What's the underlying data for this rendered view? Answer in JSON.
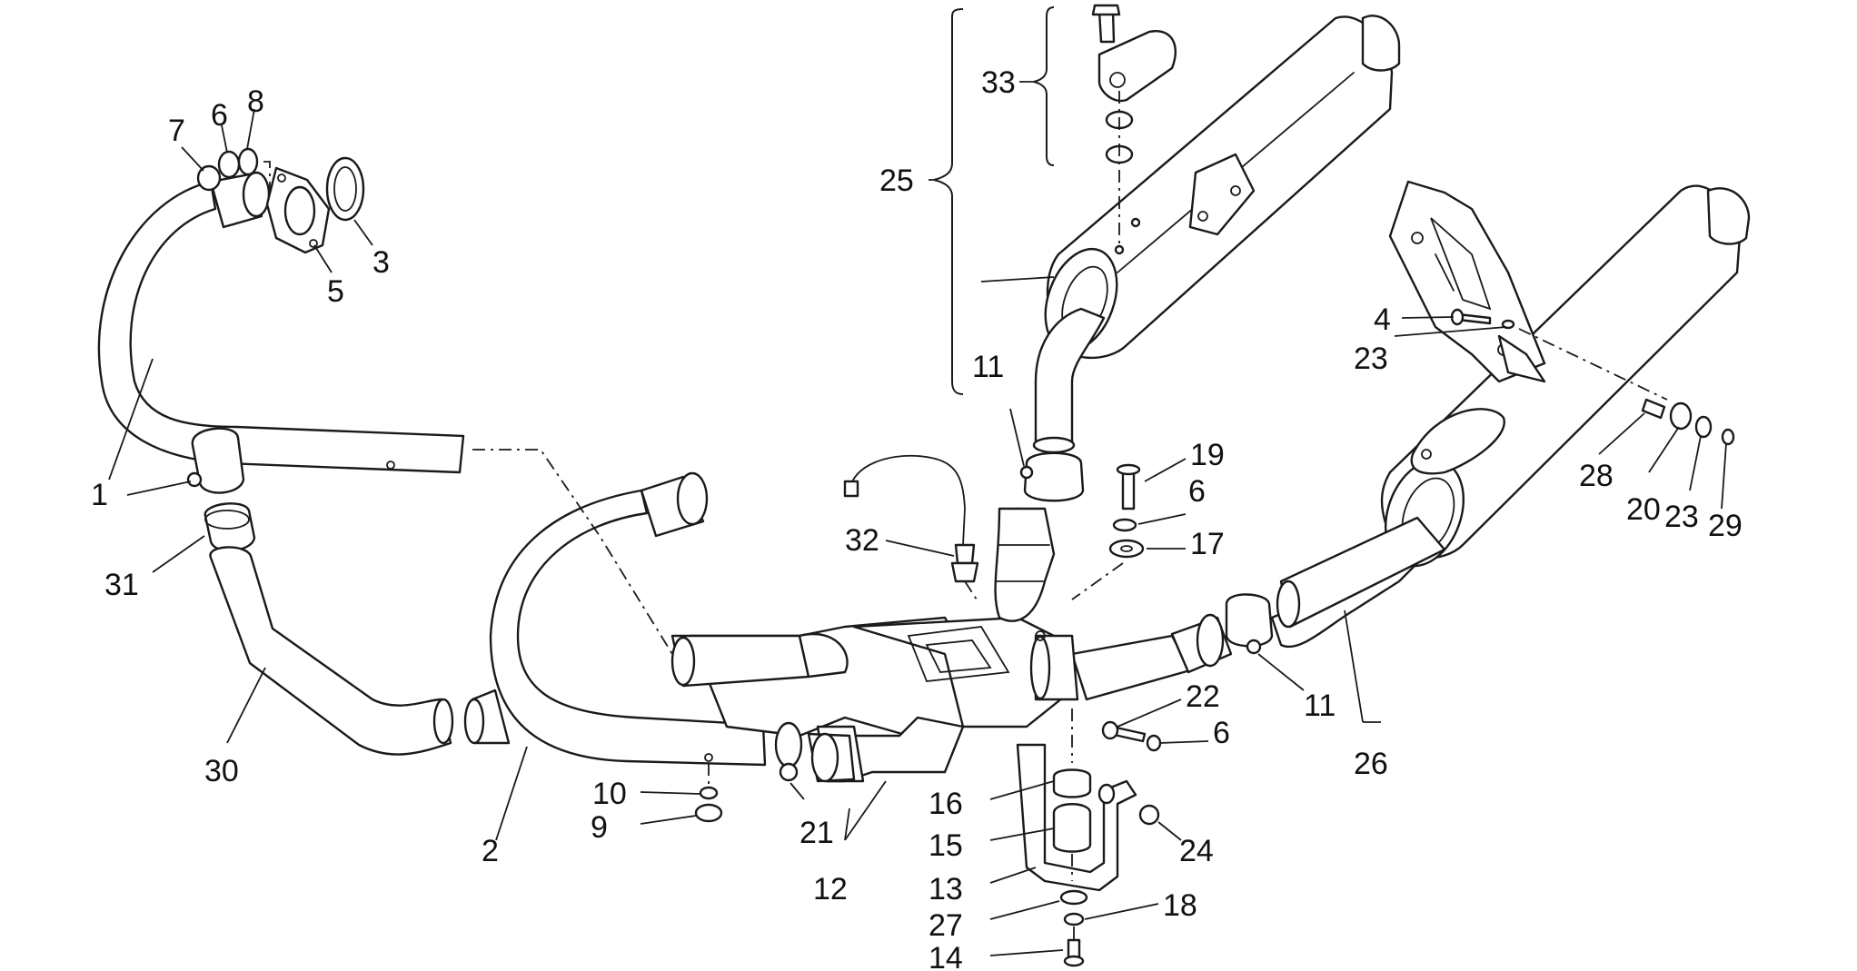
{
  "callouts": {
    "c1": "1",
    "c2": "2",
    "c3": "3",
    "c4": "4",
    "c5": "5",
    "c6a": "6",
    "c6b": "6",
    "c6c": "6",
    "c7": "7",
    "c8": "8",
    "c9": "9",
    "c10": "10",
    "c11a": "11",
    "c11b": "11",
    "c12": "12",
    "c13": "13",
    "c14": "14",
    "c15": "15",
    "c16": "16",
    "c17": "17",
    "c18": "18",
    "c19": "19",
    "c20": "20",
    "c21": "21",
    "c22": "22",
    "c23a": "23",
    "c23b": "23",
    "c24": "24",
    "c25": "25",
    "c26": "26",
    "c27": "27",
    "c28": "28",
    "c29": "29",
    "c30": "30",
    "c31": "31",
    "c32": "32",
    "c33": "33"
  }
}
